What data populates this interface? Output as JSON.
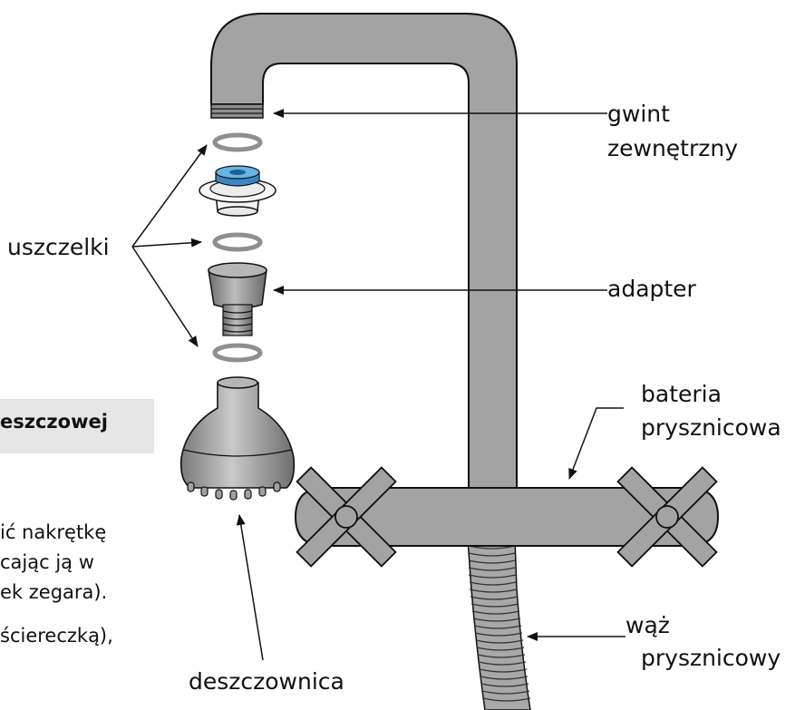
{
  "labels": {
    "gwint_line1": "gwint",
    "gwint_line2": "zewnętrzny",
    "uszczelki": "uszczelki",
    "adapter": "adapter",
    "bateria_line1": "bateria",
    "bateria_line2": "prysznicowa",
    "waz_line1": "wąż",
    "waz_line2": "prysznicowy",
    "deszczownica": "deszczownica"
  },
  "text_fragments": {
    "header": "eszczowej",
    "line1": "ić nakrętkę",
    "line2": "cając ją w",
    "line3": "ek zegara).",
    "line4": "ściereczką),"
  },
  "colors": {
    "pipe_gray": "#a3a3a3",
    "outline": "#111111",
    "seal_gray": "#8f8f8f",
    "blue_seal": "#4a9fd8",
    "header_bg": "#e6e6e6"
  }
}
